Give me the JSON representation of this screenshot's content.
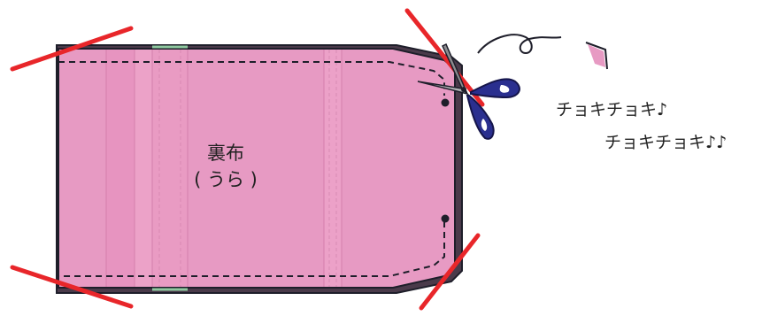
{
  "fabric": {
    "label_main": "裏布",
    "label_sub": "( うら )"
  },
  "caption": {
    "line1": "チョキチョキ♪",
    "line2": "チョキチョキ♪♪"
  },
  "colors": {
    "fabric_fill": "#e79ac3",
    "fabric_stripe": "#f1a9cd",
    "fabric_stripe_dark": "#e58bb8",
    "outline": "#1e1e2a",
    "cut_line": "#e8262a",
    "scissor_handle": "#2a2f8f",
    "scissor_blade": "#8c8c90"
  }
}
